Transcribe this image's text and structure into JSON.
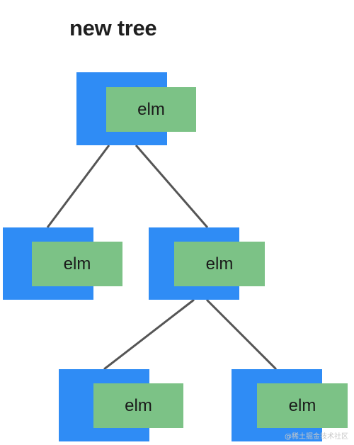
{
  "title": "new tree",
  "nodes": [
    {
      "id": "root",
      "label": "elm"
    },
    {
      "id": "left",
      "label": "elm"
    },
    {
      "id": "middle",
      "label": "elm"
    },
    {
      "id": "bottom-left",
      "label": "elm"
    },
    {
      "id": "bottom-right",
      "label": "elm"
    }
  ],
  "edges": [
    {
      "from": "root",
      "to": "left"
    },
    {
      "from": "root",
      "to": "middle"
    },
    {
      "from": "middle",
      "to": "bottom-left"
    },
    {
      "from": "middle",
      "to": "bottom-right"
    }
  ],
  "colors": {
    "outer": "#2f8cf5",
    "inner": "#7cc286",
    "edge": "#555555"
  },
  "watermark": "@稀土掘金技术社区"
}
